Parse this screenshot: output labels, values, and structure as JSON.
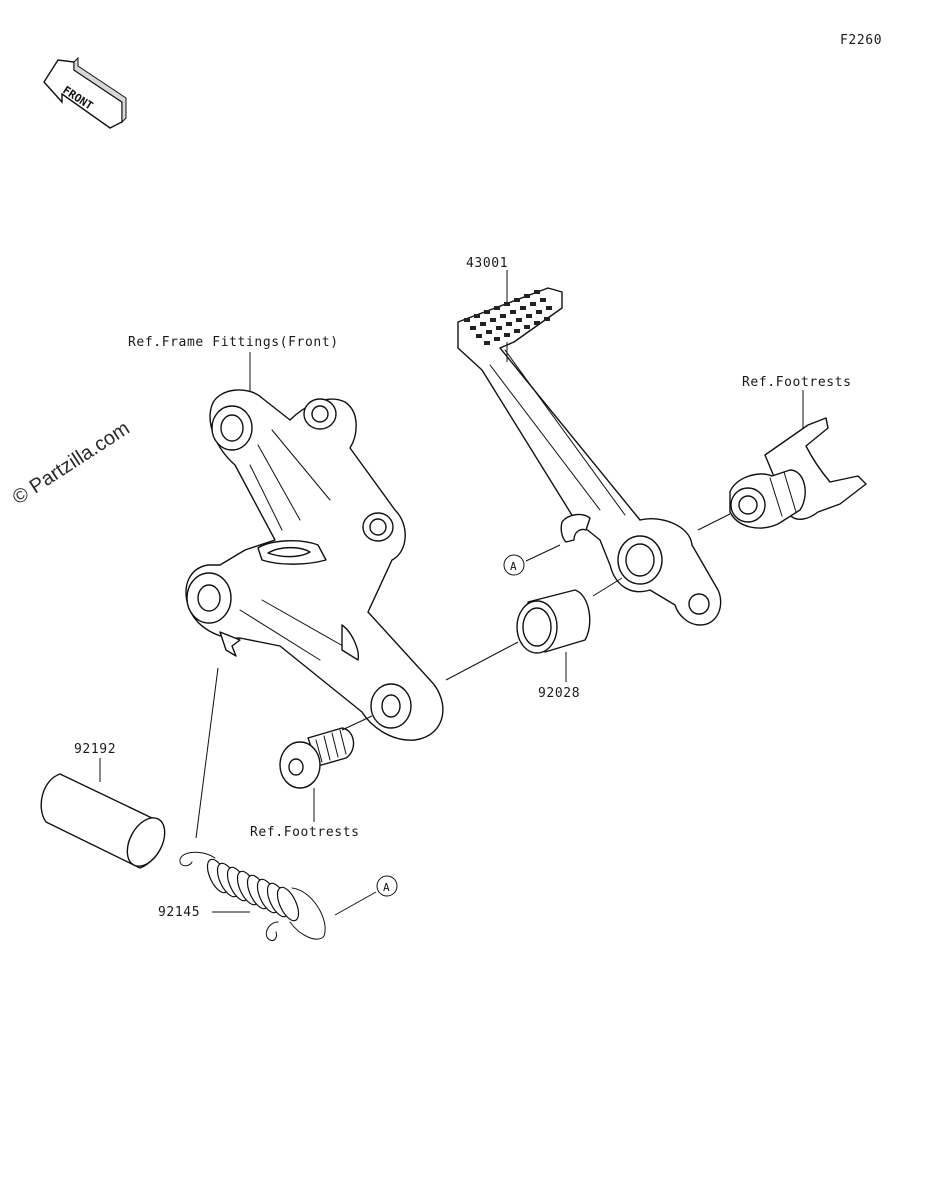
{
  "diagram_id": "F2260",
  "front_arrow_text": "FRONT",
  "watermark": "© Partzilla.com",
  "labels": {
    "shift_pedal": "43001",
    "ref_frame_front": "Ref.Frame Fittings(Front)",
    "ref_footrests_upper": "Ref.Footrests",
    "ref_footrests_lower": "Ref.Footrests",
    "collar_92028": "92028",
    "collar_92192": "92192",
    "spring_92145": "92145",
    "callout_a_upper": "A",
    "callout_a_lower": "A"
  }
}
